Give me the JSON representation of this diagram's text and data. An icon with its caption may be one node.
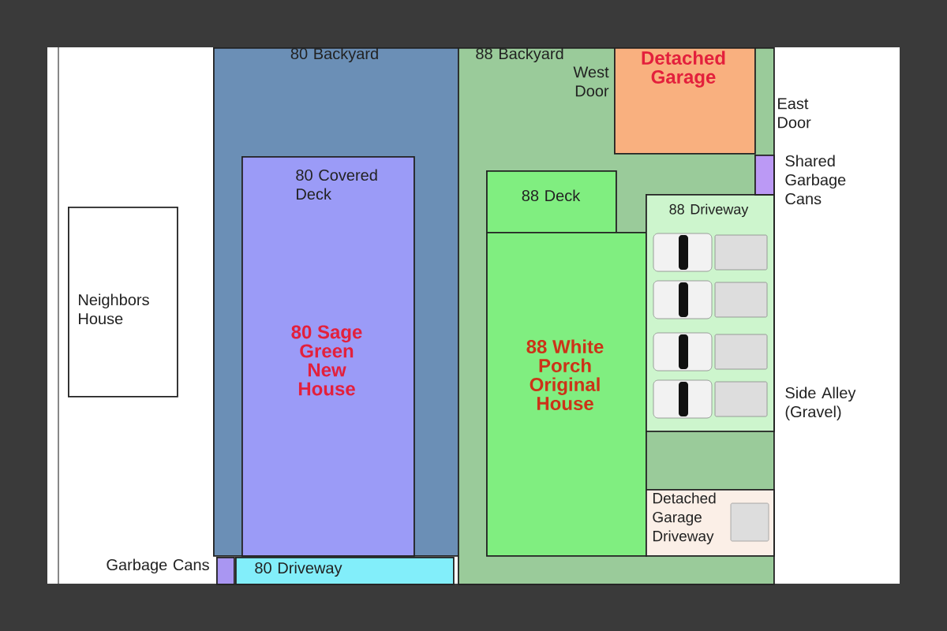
{
  "diagram": {
    "nodes": [
      {
        "text": [
          "Neighbors House"
        ]
      },
      {
        "text": [
          "80 Backyard"
        ]
      },
      {
        "text": [
          "80 Covered Deck",
          "80 Sage Green New House"
        ],
        "in": 1
      },
      {
        "text": [],
        "shape": "box",
        "beside": [
          "Garbage Cans"
        ]
      },
      {
        "text": [
          "80 Driveway"
        ]
      },
      {
        "text": [
          "88 Backyard"
        ]
      },
      {
        "text": [
          "Detached Garage"
        ],
        "in": 5,
        "beside": [
          "West Door",
          "East Door"
        ]
      },
      {
        "text": [
          "88 Deck"
        ],
        "in": 5
      },
      {
        "text": [
          "88 White Porch Original House"
        ],
        "in": 5
      },
      {
        "text": [
          "88 Driveway"
        ],
        "in": 5
      },
      {
        "text": [
          "Detached Garage Driveway"
        ],
        "in": 5
      },
      {
        "text": [],
        "shape": "box",
        "in": 5,
        "beside": [
          "Shared Garbage Cans"
        ]
      }
    ],
    "labels": [
      "Side Alley (Gravel)"
    ]
  }
}
